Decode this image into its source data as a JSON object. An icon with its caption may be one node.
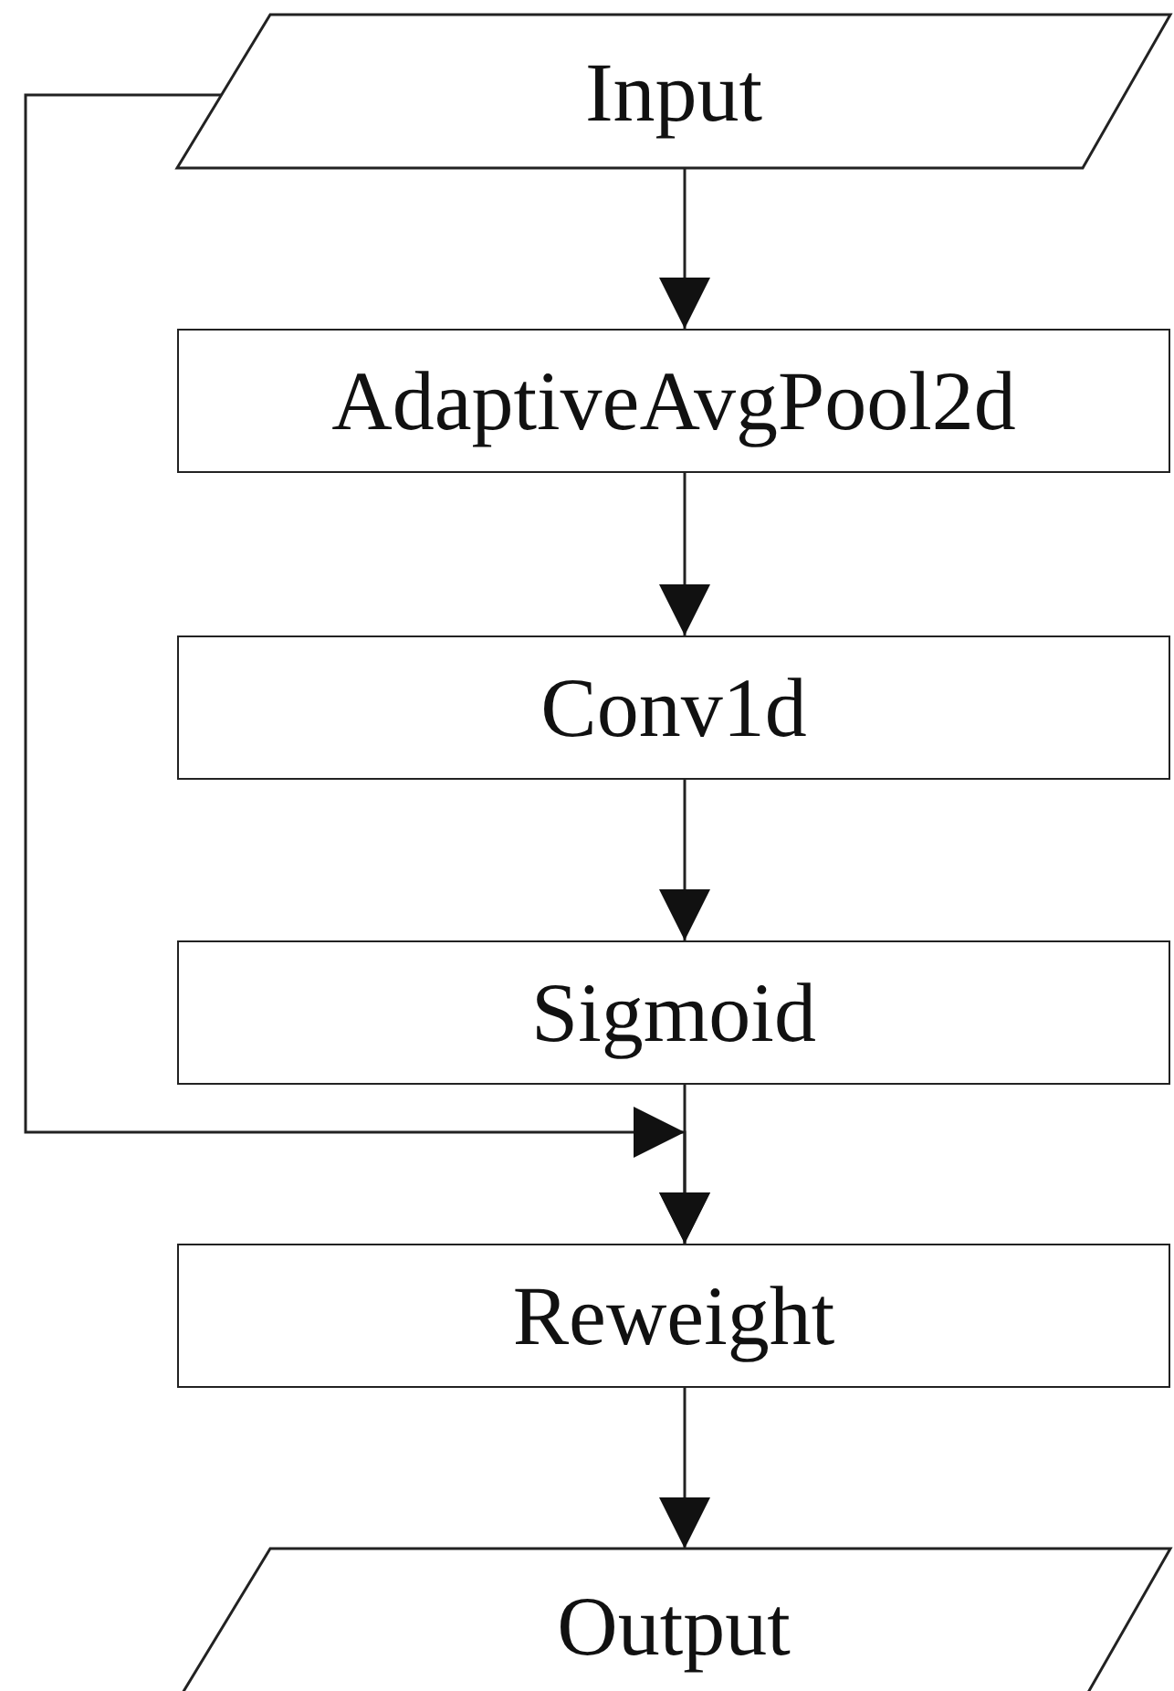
{
  "diagram": {
    "nodes": [
      {
        "text": [
          "Input"
        ]
      },
      {
        "text": [
          "AdaptiveAvgPool2d"
        ]
      },
      {
        "text": [
          "Conv1d"
        ]
      },
      {
        "text": [
          "Sigmoid"
        ]
      },
      {
        "text": [
          "Reweight"
        ]
      },
      {
        "text": [
          "Output"
        ]
      }
    ],
    "edges": [
      {
        "from": 0,
        "to": 1,
        "arrow": "to"
      },
      {
        "from": 1,
        "to": 2,
        "arrow": "to"
      },
      {
        "from": 2,
        "to": 3,
        "arrow": "to"
      },
      {
        "from": 3,
        "to": 4,
        "arrow": "to"
      },
      {
        "from": 0,
        "to": 4,
        "arrow": "to"
      },
      {
        "from": 4,
        "to": 5,
        "arrow": "to"
      }
    ]
  }
}
